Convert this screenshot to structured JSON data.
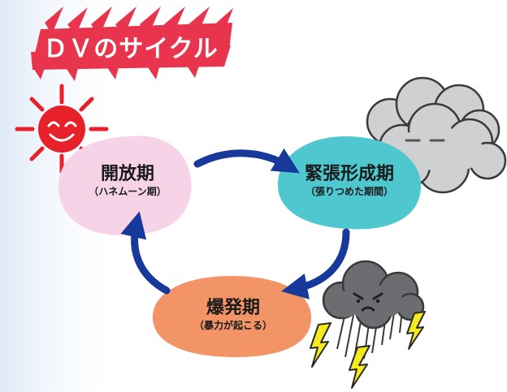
{
  "title": "ＤＶのサイクル",
  "stages": {
    "honeymoon": {
      "name": "開放期",
      "desc": "（ハネムーン期）",
      "color": "#f7d3e8"
    },
    "tension": {
      "name": "緊張形成期",
      "desc": "（張りつめた期間）",
      "color": "#4fc7cf"
    },
    "explosion": {
      "name": "爆発期",
      "desc": "（暴力が起こる）",
      "color": "#f39466"
    }
  },
  "colors": {
    "title_banner": "#e8354d",
    "arrow": "#17399a",
    "sun": "#e8202a",
    "cloud_light": "#cfd0d2",
    "cloud_dark": "#6b6d70",
    "lightning": "#f4ea1d"
  },
  "icons": [
    "sun-icon",
    "cloud-icon",
    "storm-cloud-icon",
    "lightning-icon"
  ]
}
